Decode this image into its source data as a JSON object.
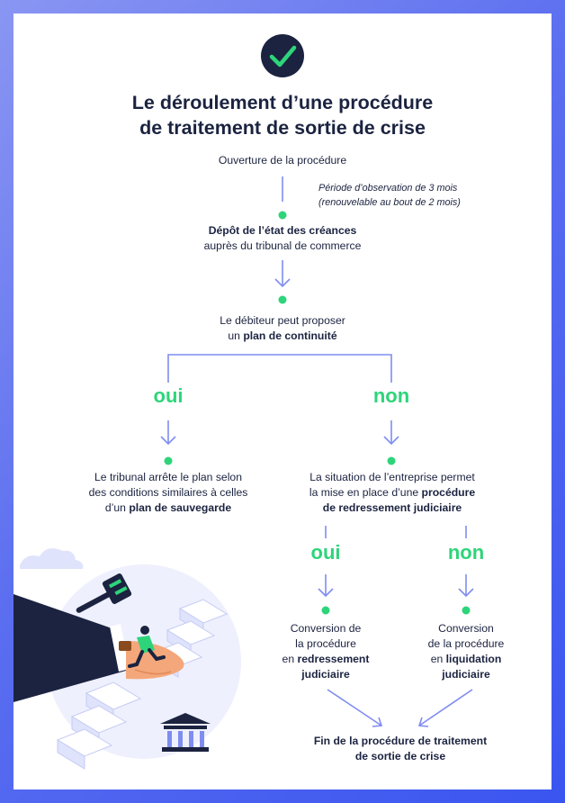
{
  "title_line1": "Le déroulement d’une procédure",
  "title_line2": "de traitement de sortie de crise",
  "step1": "Ouverture de la procédure",
  "observation_line1": "Période d’observation de 3 mois",
  "observation_line2": "(renouvelable au bout de 2 mois)",
  "step2_bold": "Dépôt de l’état des créances",
  "step2_rest": "auprès du tribunal de commerce",
  "step3_line1": "Le débiteur peut proposer",
  "step3_prefix": "un ",
  "step3_bold": "plan de continuité",
  "branch_yes": "oui",
  "branch_no": "non",
  "left_line1": "Le tribunal arrête le plan selon",
  "left_line2": "des conditions similaires à celles",
  "left_prefix": "d’un ",
  "left_bold": "plan de sauvegarde",
  "right_line1": "La situation de l’entreprise permet",
  "right_line2_prefix": "la mise en place d’une ",
  "right_line2_bold": "procédure",
  "right_line3_bold": "de redressement judiciaire",
  "sub_yes": "oui",
  "sub_no": "non",
  "conv1_line1": "Conversion de",
  "conv1_line2": "la procédure",
  "conv1_prefix": "en ",
  "conv1_bold1": "redressement",
  "conv1_bold2": "judiciaire",
  "conv2_line1": "Conversion",
  "conv2_line2": "de la procédure",
  "conv2_prefix": "en ",
  "conv2_bold1": "liquidation",
  "conv2_bold2": "judiciaire",
  "end_line1": "Fin de la procédure de traitement",
  "end_line2": "de sortie de crise",
  "colors": {
    "navy": "#1b2340",
    "green": "#2ed47a",
    "arrow": "#7f8df0",
    "frame": "#4a62f0"
  },
  "icons": {
    "top": "checkmark-icon",
    "illustration": "hand-stairs-illustration",
    "court": "courthouse-icon",
    "gavel": "gavel-icon"
  }
}
